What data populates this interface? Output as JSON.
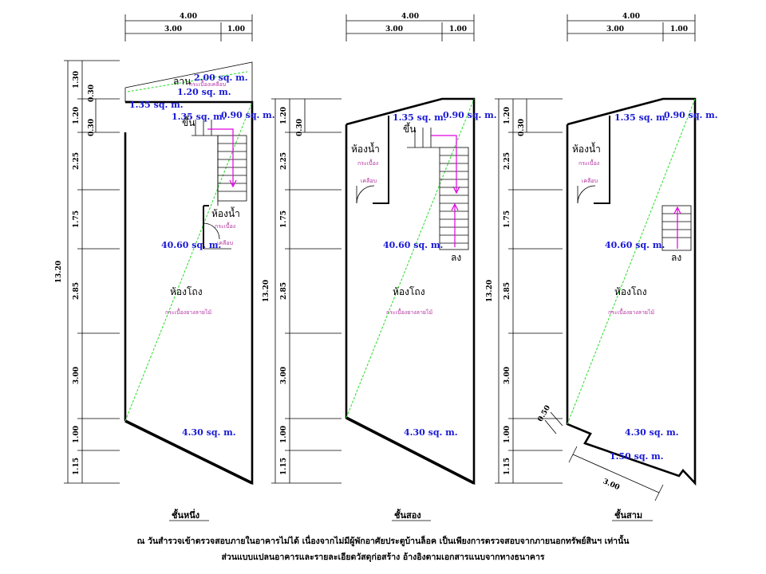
{
  "dims": {
    "total_width": "4.00",
    "width_a": "3.00",
    "width_b": "1.00",
    "total_depth": "13.20",
    "segments": [
      "1.30",
      "1.20",
      "2.25",
      "1.75",
      "2.85",
      "3.00",
      "1.00",
      "1.15"
    ],
    "step_small": "0.30",
    "bay_offset": "0.50",
    "bay_width": "3.00"
  },
  "areas": {
    "a_2_00": "2.00 sq. m.",
    "a_1_20": "1.20 sq. m.",
    "a_1_35": "1.35 sq. m.",
    "a_0_90": "0.90 sq. m.",
    "a_40_60": "40.60 sq. m.",
    "a_4_30": "4.30 sq. m.",
    "a_1_50": "1.50 sq. m."
  },
  "rooms": {
    "yard": "ลาน",
    "bathroom": "ห้องน้ำ",
    "hall": "ห้องโถง",
    "up": "ขึ้น",
    "down": "ลง"
  },
  "materials": {
    "ceramic": "กระเบื้องเคลือบ",
    "tile1": "กระเบื้อง",
    "tile2": "เคลือบ",
    "floor_tile": "กระเบื้องยางลายไม้"
  },
  "floors": {
    "first": "ชั้นหนึ่ง",
    "second": "ชั้นสอง",
    "third": "ชั้นสาม"
  },
  "notes": {
    "line1": "ณ วันสำรวจเข้าตรวจสอบภายในอาคารไม่ได้ เนื่องจากไม่มีผู้พักอาศัยประตูบ้านล็อค เป็นเพียงการตรวจสอบจากภายนอกทรัพย์สินฯ เท่านั้น",
    "line2": "ส่วนแบบแปลนอาคารและรายละเอียดวัสดุก่อสร้าง อ้างอิงตามเอกสารแนบจากทางธนาคาร"
  }
}
